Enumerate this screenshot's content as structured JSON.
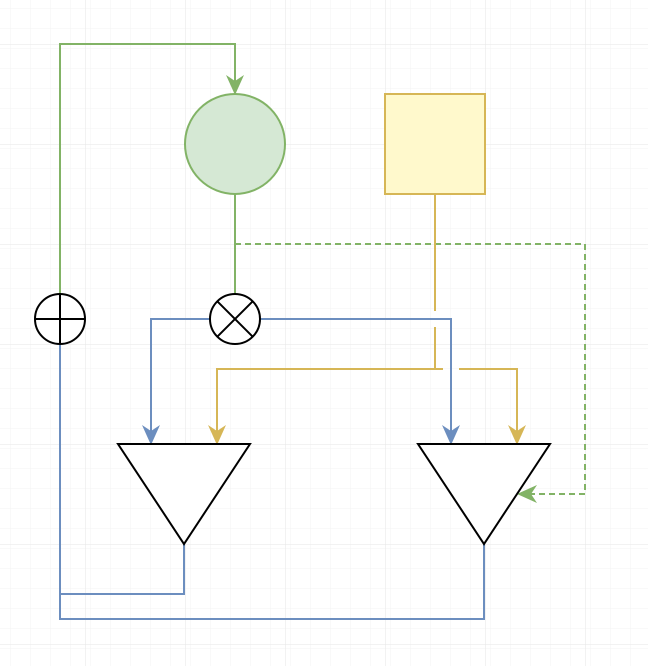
{
  "diagram": {
    "title": "",
    "colors": {
      "green_stroke": "#82b366",
      "green_fill": "#d5e8d4",
      "yellow_stroke": "#d6b656",
      "yellow_fill": "#fff2cc",
      "blue_stroke": "#6c8ebf",
      "black": "#000000",
      "grid_minor": "#f3f3f3",
      "grid_major": "#e6e6e6"
    },
    "nodes": [
      {
        "id": "source-circle",
        "shape": "circle"
      },
      {
        "id": "source-square",
        "shape": "square"
      },
      {
        "id": "summing-junction",
        "shape": "oplus"
      },
      {
        "id": "multiplier-junction",
        "shape": "otimes"
      },
      {
        "id": "amplifier-left",
        "shape": "triangle-down"
      },
      {
        "id": "amplifier-right",
        "shape": "triangle-down"
      }
    ]
  }
}
